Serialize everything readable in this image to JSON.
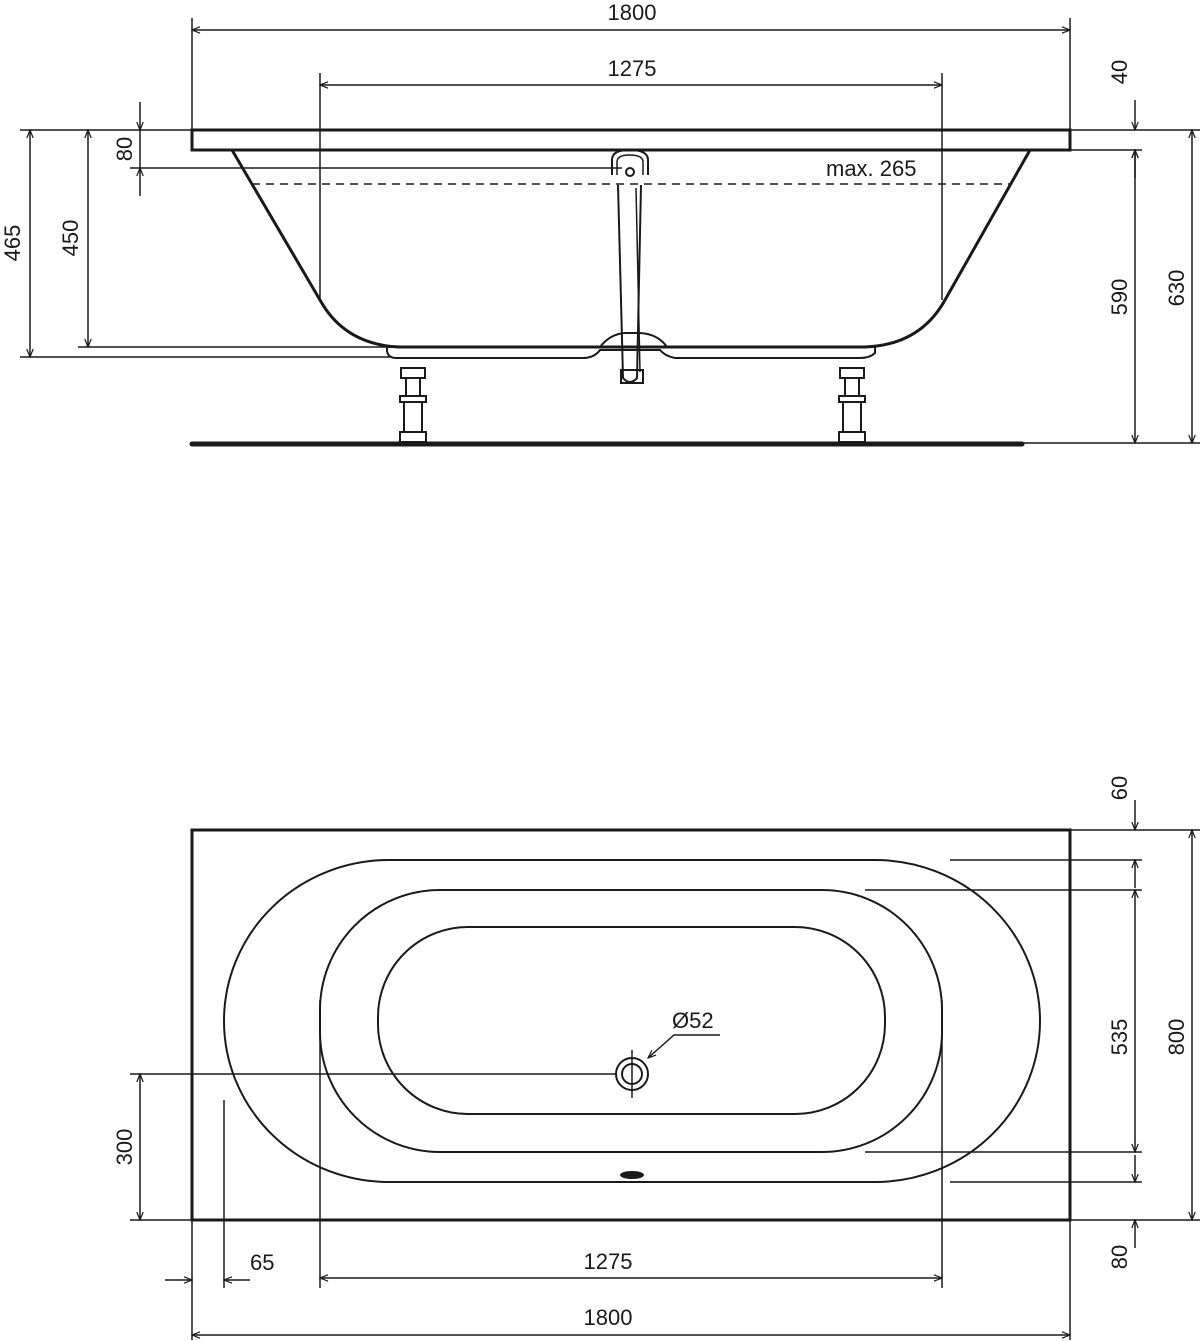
{
  "side_view": {
    "overall_length": "1800",
    "inner_length": "1275",
    "rim_thickness": "40",
    "overflow_offset": "80",
    "max_water_level": "max. 265",
    "height_465": "465",
    "height_450": "450",
    "height_590": "590",
    "height_630": "630"
  },
  "top_view": {
    "top_margin": "60",
    "inner_width": "535",
    "overall_width": "800",
    "bottom_margin": "80",
    "drain_diameter": "Ø52",
    "drain_offset": "300",
    "side_margin": "65",
    "inner_length": "1275",
    "overall_length": "1800"
  },
  "colors": {
    "line": "#1a1a1a",
    "background": "#ffffff"
  }
}
